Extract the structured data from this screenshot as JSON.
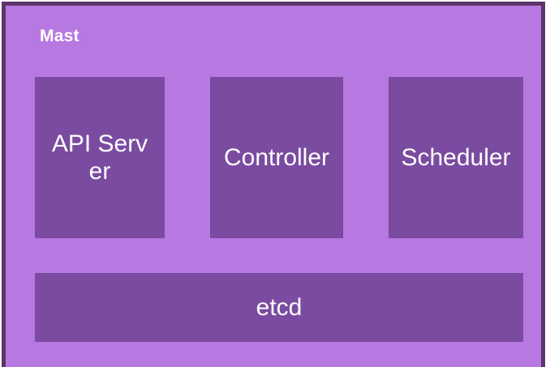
{
  "diagram": {
    "title": "Mast",
    "panel_color": "#b878e2",
    "panel_border_color": "#5c3668",
    "box_color": "#7a4ba0",
    "text_color": "#ffffff",
    "background_color": "#ffffff",
    "components": [
      {
        "id": "api-server",
        "label": "API Server"
      },
      {
        "id": "controller",
        "label": "Controller"
      },
      {
        "id": "scheduler",
        "label": "Scheduler"
      }
    ],
    "datastore": {
      "id": "etcd",
      "label": "etcd"
    }
  }
}
